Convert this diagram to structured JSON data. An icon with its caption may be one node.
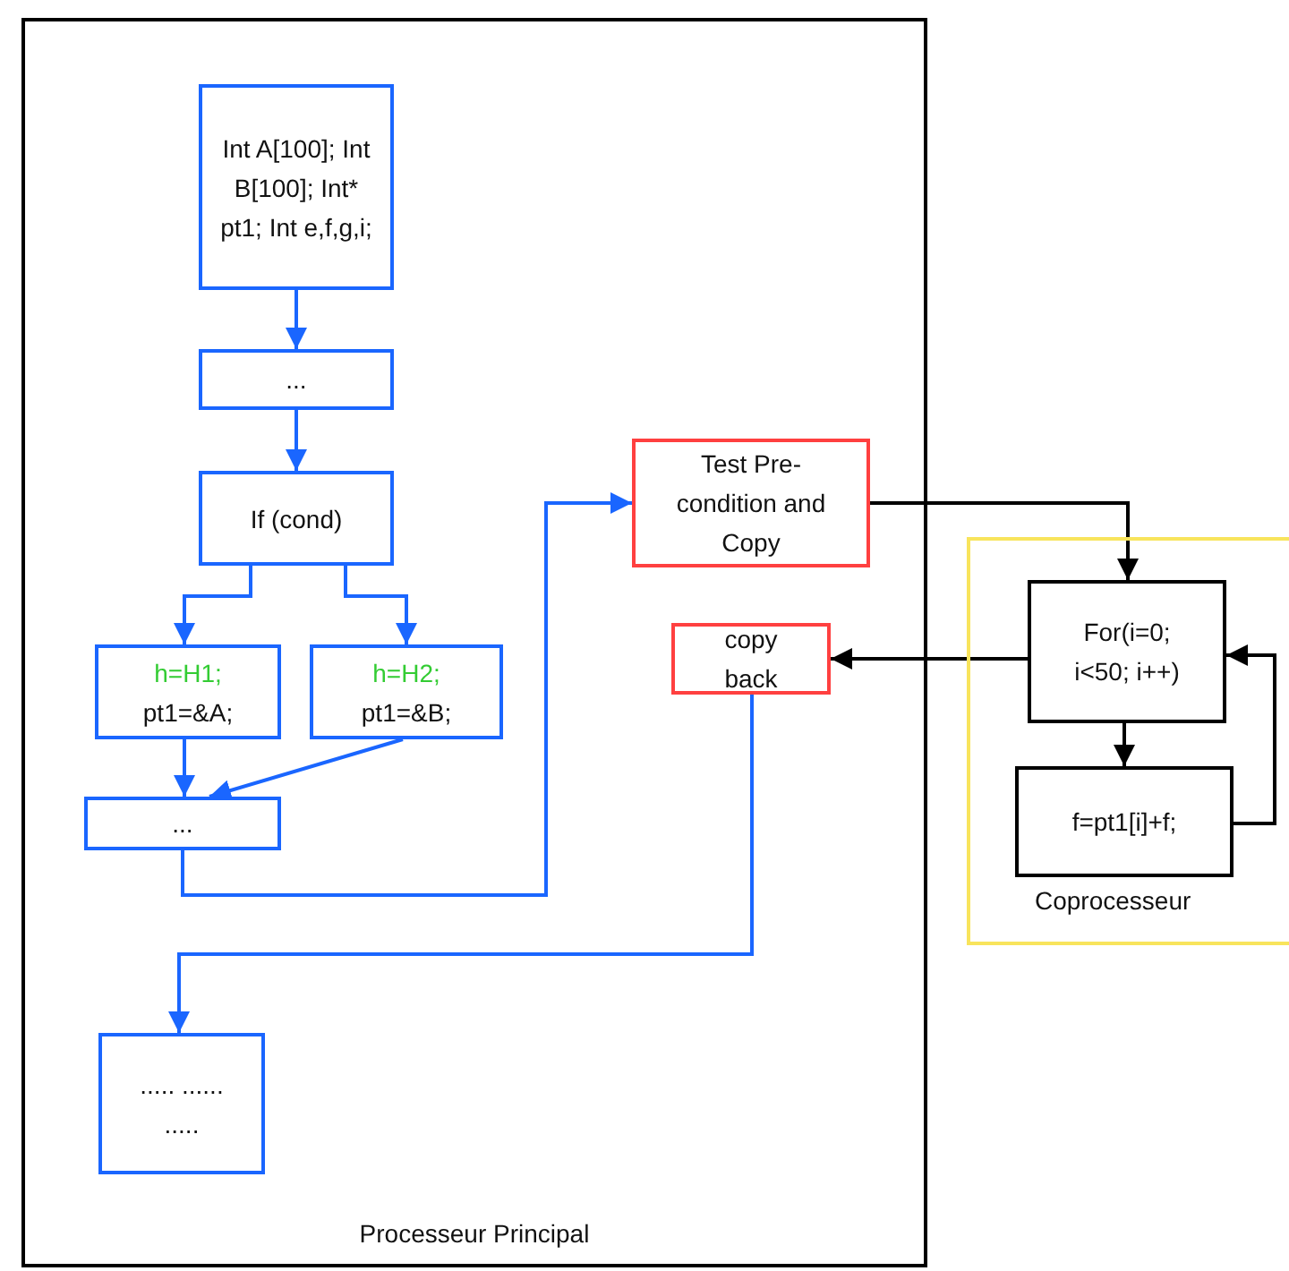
{
  "diagram": {
    "nodes": [
      {
        "text": [
          "Processeur Principal"
        ]
      },
      {
        "text": [
          "Int A[100]; Int B[100]; Int* pt1; Int e,f,g,i;"
        ],
        "in": 0
      },
      {
        "text": [
          "..."
        ],
        "in": 0
      },
      {
        "text": [
          "If (cond)"
        ],
        "in": 0
      },
      {
        "text": [
          "h=H1;",
          "pt1=&A;"
        ],
        "in": 0
      },
      {
        "text": [
          "h=H2;",
          "pt1=&B;"
        ],
        "in": 0
      },
      {
        "text": [
          "..."
        ],
        "in": 0
      },
      {
        "text": [
          "Test Pre-condition and Copy"
        ],
        "in": 0
      },
      {
        "text": [
          "copy back"
        ],
        "in": 0
      },
      {
        "text": [
          "..... ...... ....."
        ],
        "in": 0
      },
      {
        "text": [
          "Coprocesseur"
        ]
      },
      {
        "text": [
          "For(i=0; i<50; i++)"
        ],
        "in": 10
      },
      {
        "text": [
          "f=pt1[i]+f;"
        ],
        "in": 10
      }
    ],
    "edges": [
      {
        "from": 1,
        "to": 2,
        "arrow": "to"
      },
      {
        "from": 2,
        "to": 3,
        "arrow": "to"
      },
      {
        "from": 3,
        "to": 4,
        "arrow": "to"
      },
      {
        "from": 3,
        "to": 5,
        "arrow": "to"
      },
      {
        "from": 4,
        "to": 6,
        "arrow": "to"
      },
      {
        "from": 5,
        "to": 6,
        "arrow": "to"
      },
      {
        "from": 6,
        "to": 7,
        "arrow": "to"
      },
      {
        "from": 7,
        "to": 11,
        "arrow": "to",
        "color": "#000000"
      },
      {
        "from": 11,
        "to": 8,
        "arrow": "to",
        "color": "#000000"
      },
      {
        "from": 8,
        "to": 9,
        "arrow": "to"
      },
      {
        "from": 11,
        "to": 12,
        "arrow": "to",
        "color": "#000000"
      },
      {
        "from": 12,
        "to": 11,
        "arrow": "to",
        "color": "#000000"
      }
    ]
  }
}
